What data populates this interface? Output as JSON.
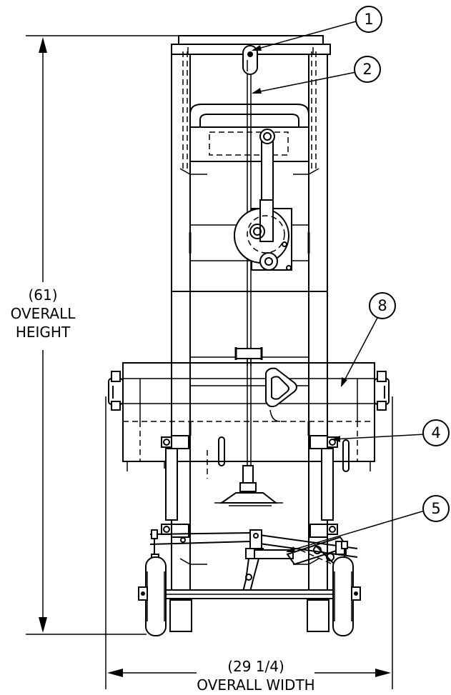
{
  "height_dimension": {
    "value": "(61)",
    "line1": "OVERALL",
    "line2": "HEIGHT"
  },
  "width_dimension": {
    "value": "(29  1/4)",
    "line1": "OVERALL  WIDTH"
  },
  "callouts": [
    {
      "label": "1"
    },
    {
      "label": "2"
    },
    {
      "label": "8"
    },
    {
      "label": "4"
    },
    {
      "label": "5"
    }
  ]
}
